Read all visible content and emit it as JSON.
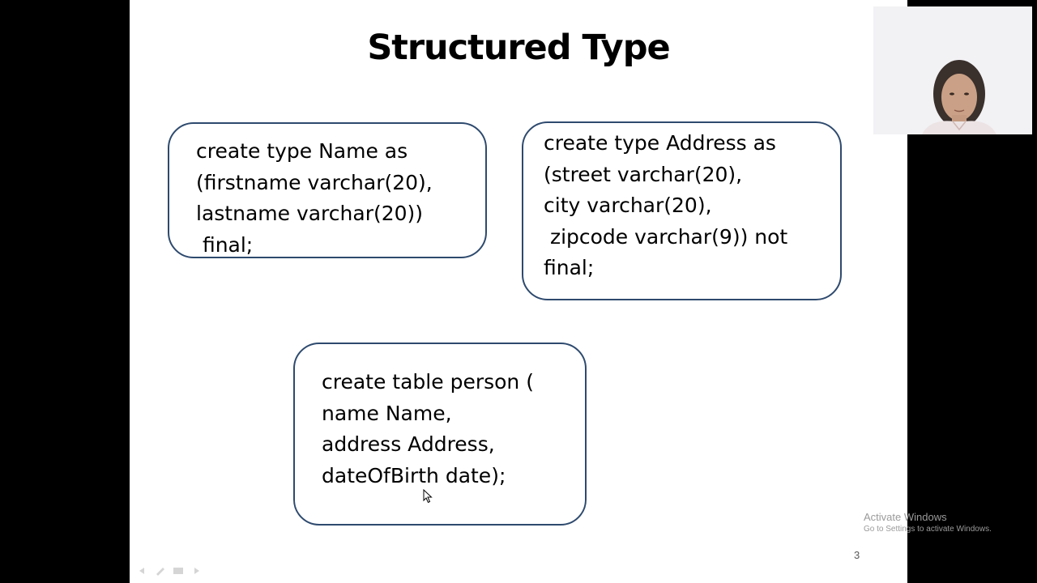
{
  "slide": {
    "title": "Structured Type",
    "page_number": "3",
    "boxes": {
      "name_type": "create type Name as\n(firstname varchar(20),\nlastname varchar(20))\n final;",
      "address_type": "create type Address as\n(street varchar(20),\ncity varchar(20),\n zipcode varchar(9)) not\nfinal;",
      "person_table": "create table person (\nname Name,\naddress Address,\ndateOfBirth date);"
    }
  },
  "watermark": {
    "title": "Activate Windows",
    "subtitle": "Go to Settings to activate Windows."
  },
  "colors": {
    "background": "#000000",
    "slide": "#ffffff",
    "box_border": "#2e4a6e",
    "text": "#000000",
    "watermark": "#9a9a9a"
  },
  "icons": {
    "cursor": "mouse-pointer",
    "controls": [
      "previous-arrow",
      "pen",
      "slides-grid",
      "next-arrow"
    ],
    "webcam": "presenter-video"
  }
}
